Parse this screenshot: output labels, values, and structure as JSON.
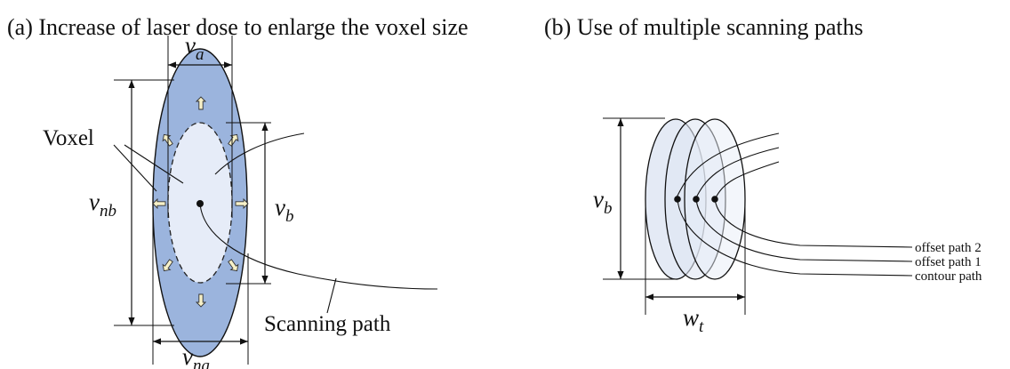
{
  "panel_a": {
    "title": "(a) Increase of laser dose to enlarge the voxel size",
    "voxel_label": "Voxel",
    "scan_label": "Scanning path",
    "va": {
      "main": "v",
      "sub": "a"
    },
    "vb": {
      "main": "v",
      "sub": "b"
    },
    "vnb": {
      "main": "v",
      "sub": "nb"
    },
    "vna": {
      "main": "v",
      "sub": "na"
    },
    "colors": {
      "outer_fill": "#9bb4dd",
      "inner_fill": "#e6ecf8",
      "arrow_fill": "#f7f1c8"
    }
  },
  "panel_b": {
    "title": "(b) Use of multiple scanning paths",
    "vb": {
      "main": "v",
      "sub": "b"
    },
    "wt": {
      "main": "w",
      "sub": "t"
    },
    "path_labels": [
      "offset path 2",
      "offset path 1",
      "contour path"
    ],
    "colors": {
      "ellipse_fill": "#dfe6f3"
    }
  }
}
